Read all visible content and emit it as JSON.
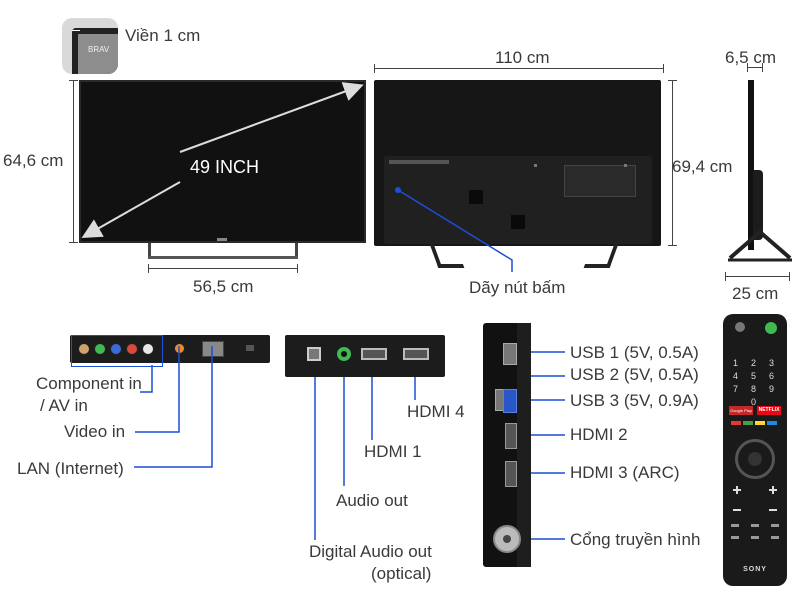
{
  "top": {
    "bezel_label": "Viền 1 cm",
    "bezel_inset_text": "BRAV",
    "height_label": "64,6 cm",
    "diagonal_label": "49 INCH",
    "stand_width_label": "56,5 cm",
    "width_label": "110 cm",
    "rear_height_label": "69,4 cm",
    "button_strip_label": "Dãy nút bấm",
    "depth_label": "6,5 cm",
    "stand_depth_label": "25 cm"
  },
  "ports": {
    "component_label_1": "Component in",
    "component_label_2": "/ AV in",
    "video_label": "Video in",
    "lan_label": "LAN (Internet)",
    "hdmi4_label": "HDMI 4",
    "hdmi1_label": "HDMI 1",
    "audio_out_label": "Audio out",
    "digital_audio_label_1": "Digital Audio out",
    "digital_audio_label_2": "(optical)",
    "usb1_label": "USB 1 (5V, 0.5A)",
    "usb2_label": "USB 2 (5V, 0.5A)",
    "usb3_label": "USB 3 (5V, 0.9A)",
    "hdmi2_label": "HDMI 2",
    "hdmi3_label": "HDMI 3 (ARC)",
    "antenna_label": "Cổng truyền hình"
  },
  "remote": {
    "brand": "SONY",
    "google_play": "Google Play",
    "netflix": "NETFLIX",
    "keys": [
      "1",
      "2",
      "3",
      "4",
      "5",
      "6",
      "7",
      "8",
      "9",
      "0"
    ],
    "colors": {
      "red": "#e53935",
      "green": "#43a047",
      "yellow": "#fdd835",
      "blue": "#1e88e5"
    }
  },
  "colors": {
    "accent_blue": "#1a4fd6",
    "port_green": "#3fb950",
    "port_orange": "#f08a24"
  }
}
